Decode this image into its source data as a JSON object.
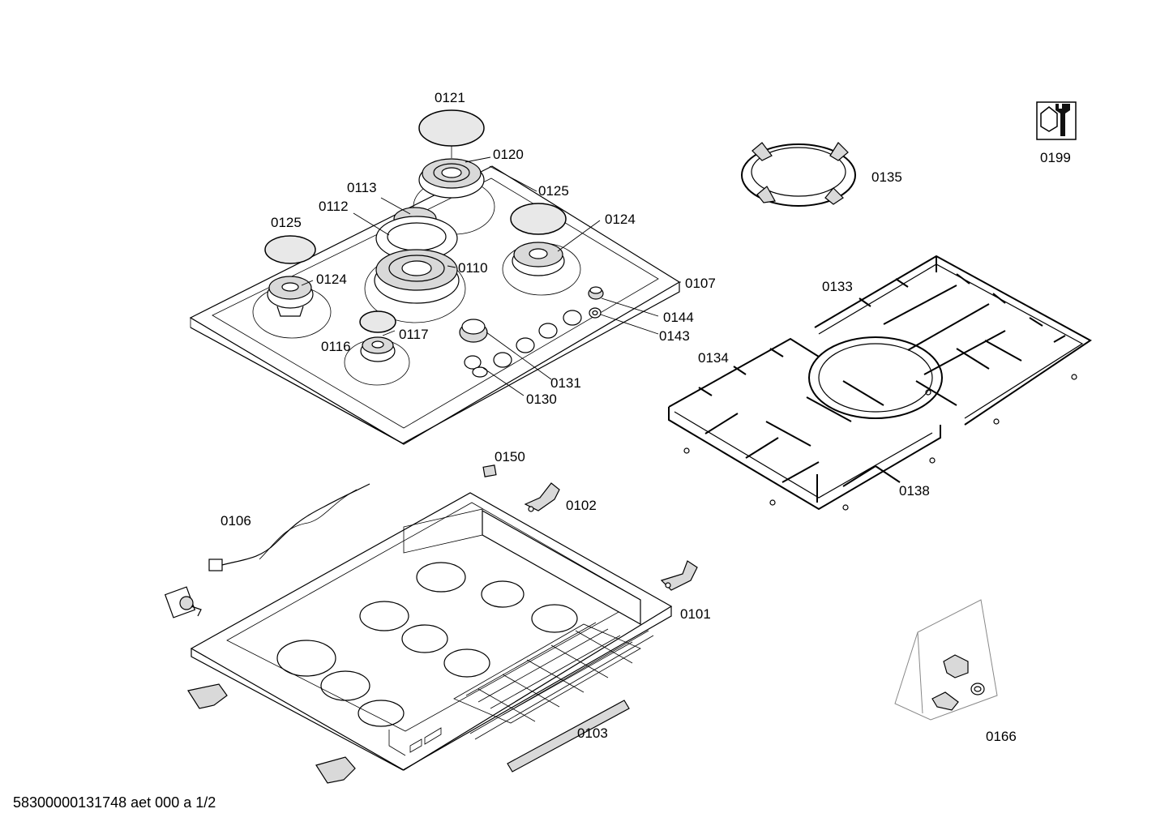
{
  "footer": {
    "text": "58300000131748 aet 000 a 1/2"
  },
  "callouts": {
    "c0121": "0121",
    "c0120": "0120",
    "c0113": "0113",
    "c0112": "0112",
    "c0125a": "0125",
    "c0125b": "0125",
    "c0124a": "0124",
    "c0124b": "0124",
    "c0110": "0110",
    "c0107": "0107",
    "c0144": "0144",
    "c0143": "0143",
    "c0116": "0116",
    "c0117": "0117",
    "c0131": "0131",
    "c0130": "0130",
    "c0199": "0199",
    "c0135": "0135",
    "c0133": "0133",
    "c0134": "0134",
    "c0138": "0138",
    "c0150": "0150",
    "c0102": "0102",
    "c0106": "0106",
    "c0101": "0101",
    "c0103": "0103",
    "c0166": "0166"
  },
  "icons": {
    "service-tool": "wrench-nut-icon"
  }
}
